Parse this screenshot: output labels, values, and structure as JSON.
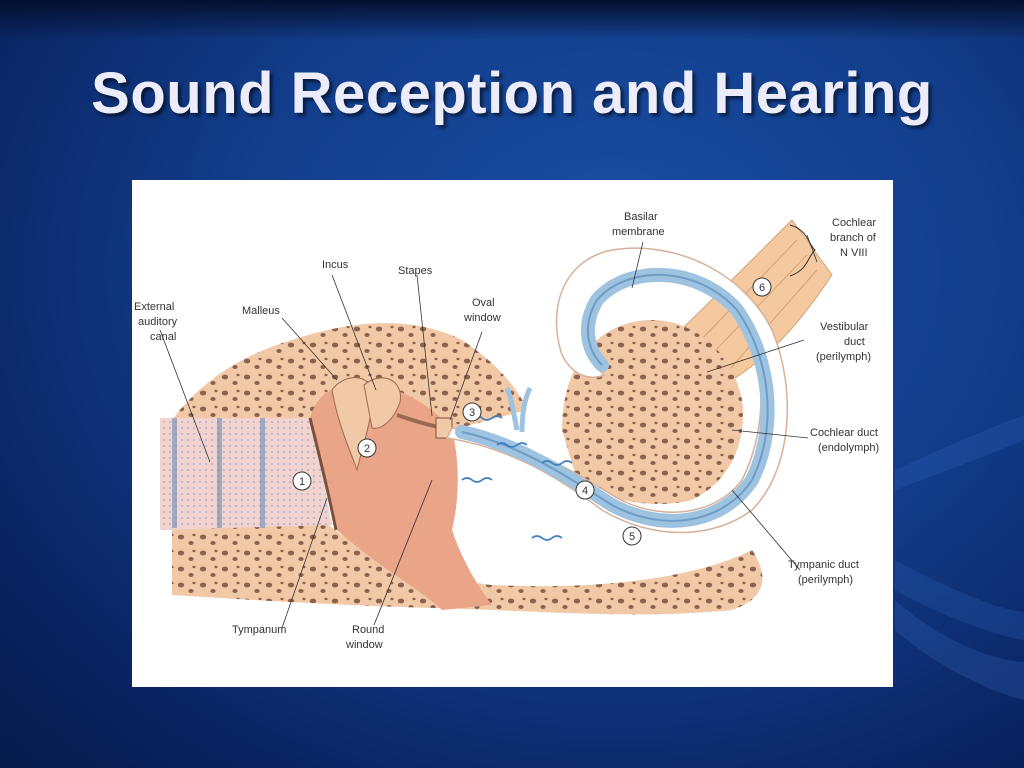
{
  "slide": {
    "title": "Sound Reception and Hearing"
  },
  "diagram": {
    "labels": {
      "external_auditory_canal": [
        "External",
        "auditory",
        "canal"
      ],
      "malleus": "Malleus",
      "incus": "Incus",
      "stapes": "Stapes",
      "oval_window": [
        "Oval",
        "window"
      ],
      "basilar_membrane": [
        "Basilar",
        "membrane"
      ],
      "cochlear_branch": [
        "Cochlear",
        "branch of",
        "N VIII"
      ],
      "vestibular_duct": [
        "Vestibular",
        "duct",
        "(perilymph)"
      ],
      "cochlear_duct": [
        "Cochlear duct",
        "(endolymph)"
      ],
      "tympanic_duct": [
        "Tympanic duct",
        "(perilymph)"
      ],
      "tympanum": "Tympanum",
      "round_window": [
        "Round",
        "window"
      ]
    },
    "steps": [
      "1",
      "2",
      "3",
      "4",
      "5",
      "6"
    ]
  },
  "colors": {
    "background": "#123d8a",
    "title": "#ececfa",
    "bone": "#f1c9a6",
    "middle_ear": "#eaa487",
    "duct_blue": "#9ec3e0",
    "canal_pink": "#f3d3d0"
  }
}
